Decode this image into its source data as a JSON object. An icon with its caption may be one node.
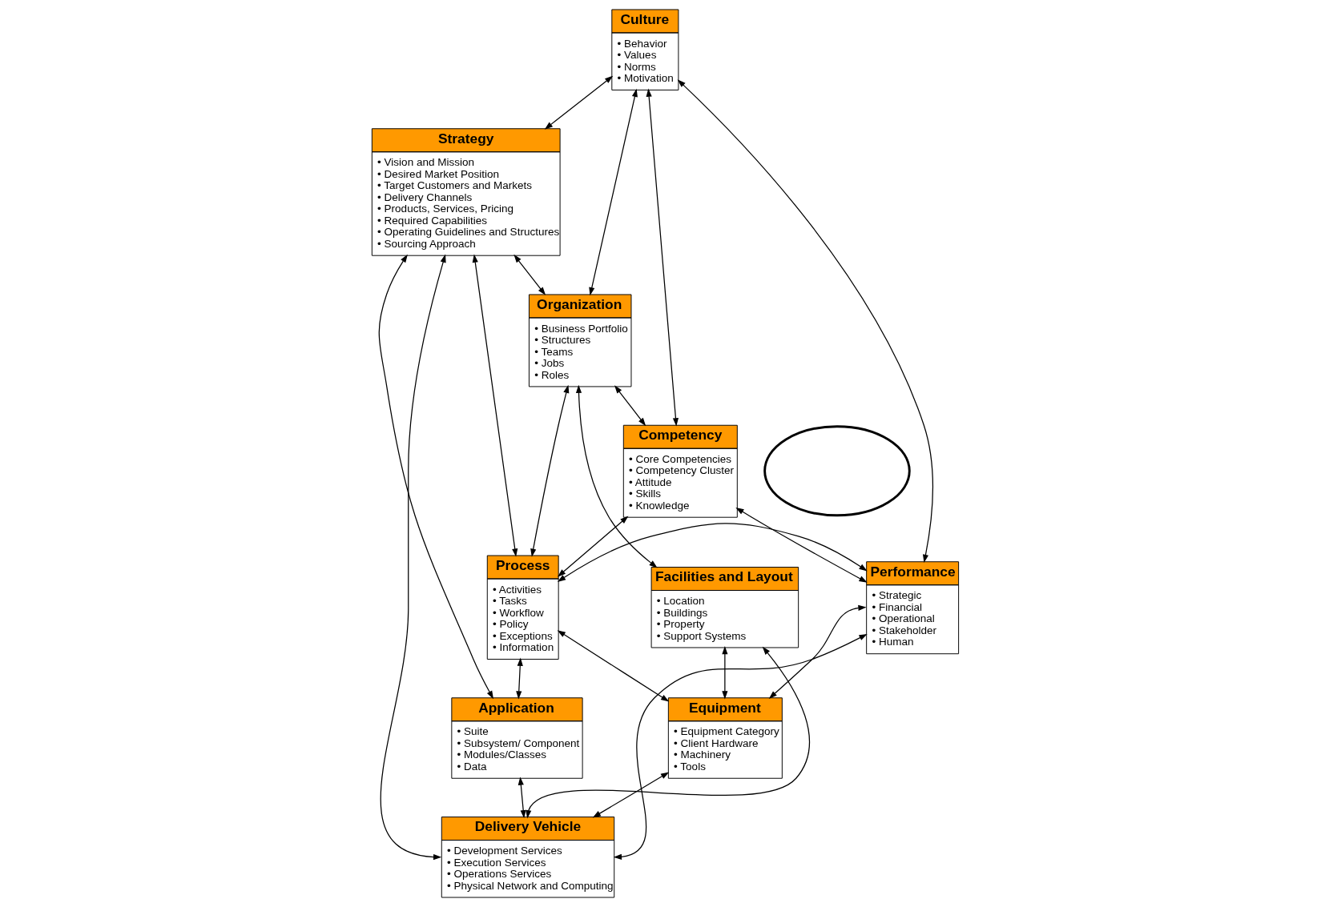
{
  "diagram": {
    "nodes": [
      {
        "text": [
          "Culture",
          "• Behavior",
          "• Values",
          "• Norms",
          "• Motivation"
        ]
      },
      {
        "text": [
          "Strategy",
          "• Vision and Mission",
          "• Desired Market Position",
          "• Target Customers and Markets",
          "• Delivery Channels",
          "• Products, Services, Pricing",
          "• Required Capabilities",
          "• Operating Guidelines and Structures",
          "• Sourcing Approach"
        ]
      },
      {
        "text": [
          "Organization",
          "• Business Portfolio",
          "• Structures",
          "• Teams",
          "• Jobs",
          "• Roles"
        ]
      },
      {
        "text": [
          "Facilities and Layout",
          "• Location",
          "• Buildings",
          "• Property",
          "• Support Systems"
        ]
      },
      {
        "text": [],
        "shape": "circle"
      },
      {
        "text": [
          "Competency",
          "• Core Competencies",
          "• Competency Cluster",
          "• Attitude",
          "• Skills",
          "• Knowledge"
        ]
      },
      {
        "text": [
          "Performance",
          "• Strategic",
          "• Financial",
          "• Operational",
          "• Stakeholder",
          "• Human"
        ]
      },
      {
        "text": [
          "Process",
          "• Activities",
          "• Tasks",
          "• Workflow",
          "• Policy",
          "• Exceptions",
          "• Information"
        ]
      },
      {
        "text": [
          "Application",
          "• Suite",
          "• Subsystem/ Component",
          "• Modules/Classes",
          "• Data"
        ]
      },
      {
        "text": [
          "Equipment",
          "• Equipment Category",
          "• Client Hardware",
          "• Machinery",
          "• Tools"
        ]
      },
      {
        "text": [
          "Delivery Vehicle",
          "• Development Services",
          "• Execution Services",
          "• Operations Services",
          "• Physical Network and Computing"
        ]
      }
    ],
    "edges": [
      {
        "from": 0,
        "to": 1,
        "arrow": "both"
      },
      {
        "from": 0,
        "to": 6,
        "arrow": "both"
      },
      {
        "from": 0,
        "to": 2,
        "arrow": "both"
      },
      {
        "from": 0,
        "to": 5,
        "arrow": "both"
      },
      {
        "from": 2,
        "to": 5,
        "arrow": "both"
      },
      {
        "from": 1,
        "to": 2,
        "arrow": "both"
      },
      {
        "from": 2,
        "to": 3,
        "arrow": "both"
      },
      {
        "from": 5,
        "to": 6,
        "arrow": "both"
      },
      {
        "from": 2,
        "to": 7,
        "arrow": "both"
      },
      {
        "from": 5,
        "to": 7,
        "arrow": "both"
      },
      {
        "from": 1,
        "to": 7,
        "arrow": "both"
      },
      {
        "from": 7,
        "to": 6,
        "arrow": "both"
      },
      {
        "from": 7,
        "to": 8,
        "arrow": "both"
      },
      {
        "from": 7,
        "to": 9,
        "arrow": "both"
      },
      {
        "from": 1,
        "to": 8,
        "arrow": "both"
      },
      {
        "from": 3,
        "to": 9,
        "arrow": "both"
      },
      {
        "from": 9,
        "to": 6,
        "arrow": "both"
      },
      {
        "from": 8,
        "to": 10,
        "arrow": "both"
      },
      {
        "from": 3,
        "to": 10,
        "arrow": "both"
      },
      {
        "from": 9,
        "to": 10,
        "arrow": "both"
      },
      {
        "from": 1,
        "to": 10,
        "arrow": "both"
      },
      {
        "from": 10,
        "to": 6,
        "arrow": "both"
      }
    ]
  }
}
